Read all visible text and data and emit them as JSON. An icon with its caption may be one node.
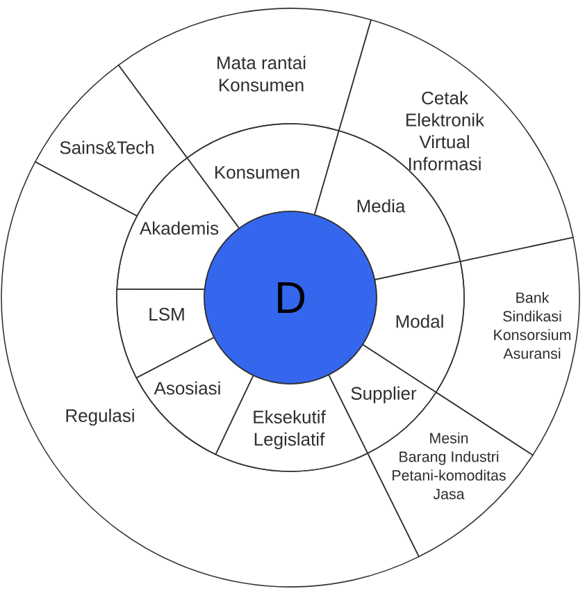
{
  "diagram": {
    "nodes": [
      {
        "text": [
          "D"
        ]
      },
      {
        "text": [
          "Konsumen"
        ]
      },
      {
        "text": [
          "Media"
        ]
      },
      {
        "text": [
          "Modal"
        ]
      },
      {
        "text": [
          "Supplier"
        ]
      },
      {
        "text": [
          "Eksekutif Legislatif"
        ]
      },
      {
        "text": [
          "Asosiasi"
        ]
      },
      {
        "text": [
          "LSM"
        ]
      },
      {
        "text": [
          "Akademis"
        ]
      },
      {
        "text": [
          "Mata rantai Konsumen"
        ]
      },
      {
        "text": [
          "Cetak Elektronik Virtual Informasi"
        ]
      },
      {
        "text": [
          "Bank Sindikasi Konsorsium Asuransi"
        ]
      },
      {
        "text": [
          "Mesin Barang Industri Petani-komoditas Jasa"
        ]
      },
      {
        "text": [
          "Regulasi"
        ]
      },
      {
        "text": [
          "Sains&Tech"
        ]
      }
    ]
  }
}
